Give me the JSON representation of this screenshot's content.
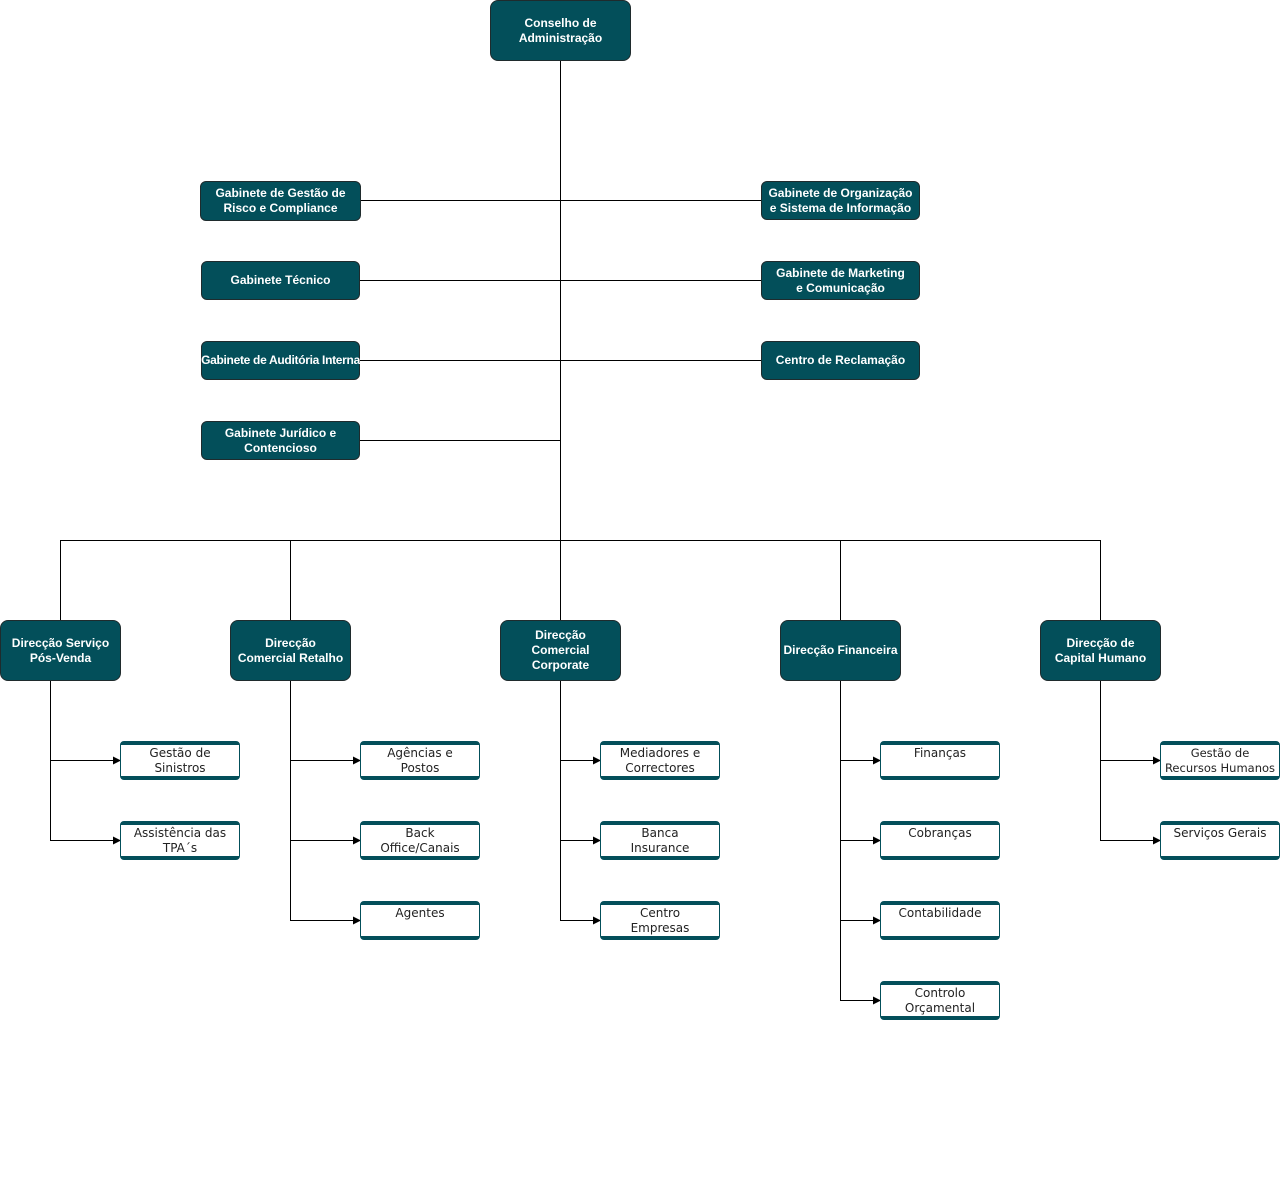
{
  "colors": {
    "box_fill": "#034f5a",
    "line": "#000000",
    "sub_text": "#222222"
  },
  "board": {
    "label": "Conselho de Administração"
  },
  "left_offices": [
    {
      "label": "Gabinete de Gestão de Risco e Compliance"
    },
    {
      "label": "Gabinete Técnico"
    },
    {
      "label": "Gabinete de Auditória Interna"
    },
    {
      "label": "Gabinete Jurídico e Contencioso"
    }
  ],
  "right_offices": [
    {
      "label": "Gabinete de Organização e Sistema de Informação"
    },
    {
      "label": "Gabinete de Marketing e Comunicação"
    },
    {
      "label": "Centro de Reclamação"
    }
  ],
  "directorates": [
    {
      "label": "Direcção Serviço Pós-Venda",
      "units": [
        "Gestão de\nSinistros",
        "Assistência das\nTPA´s"
      ]
    },
    {
      "label": "Direcção Comercial Retalho",
      "units": [
        "Agências e\nPostos",
        "Back\nOffice/Canais",
        "Agentes"
      ]
    },
    {
      "label": "Direcção Comercial Corporate",
      "units": [
        "Mediadores e\nCorrectores",
        "Banca\nInsurance",
        "Centro\nEmpresas"
      ]
    },
    {
      "label": "Direcção Financeira",
      "units": [
        "Finanças",
        "Cobranças",
        "Contabilidade",
        "Controlo\nOrçamental"
      ]
    },
    {
      "label": "Direcção de Capital Humano",
      "units": [
        "Gestão de\nRecursos Humanos",
        "Serviços Gerais"
      ]
    }
  ]
}
